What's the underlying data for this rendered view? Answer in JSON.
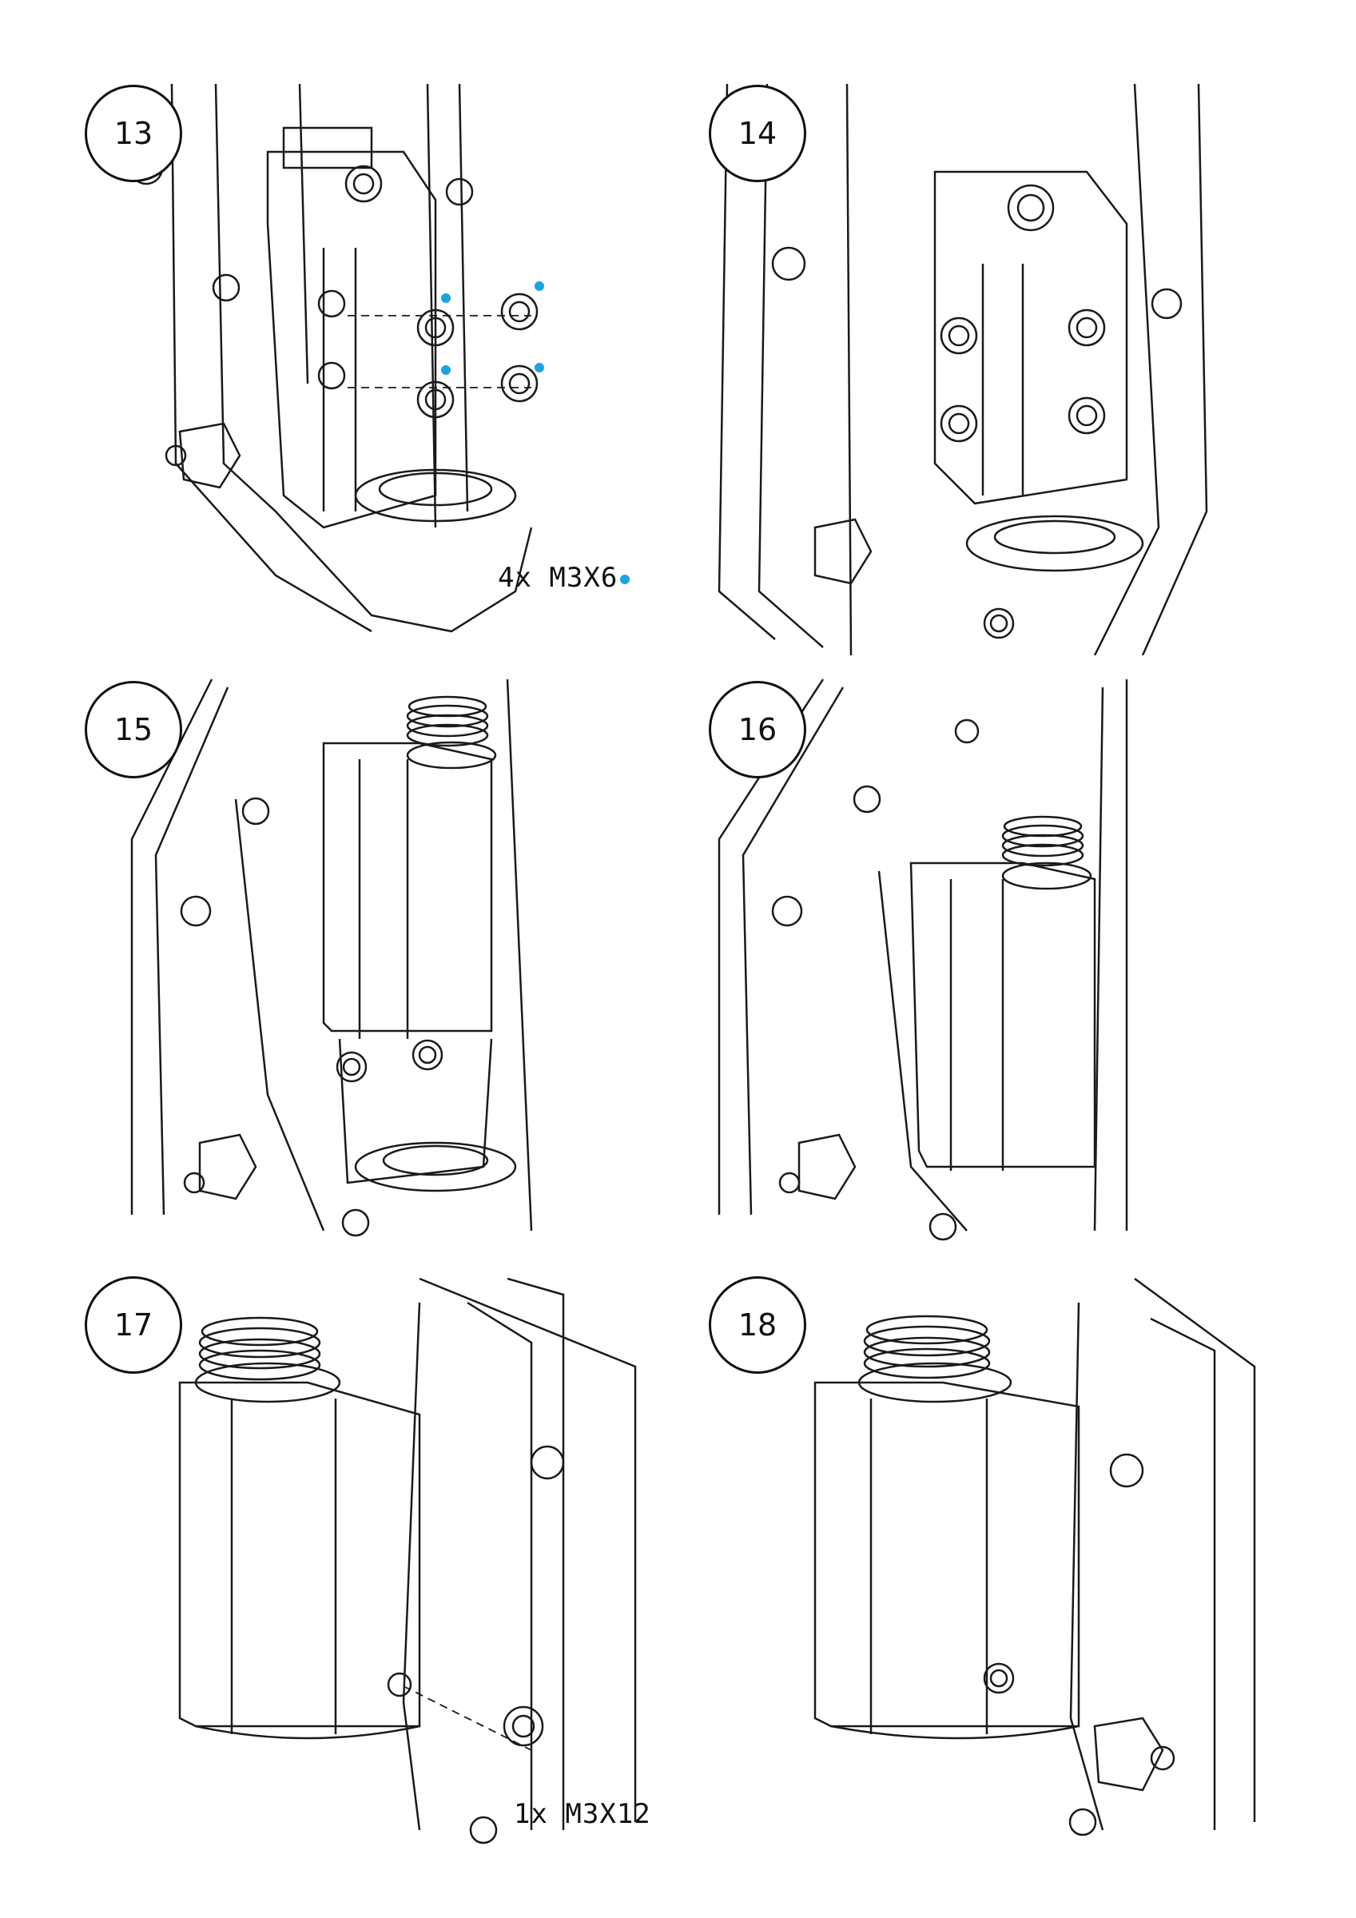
{
  "colors": {
    "line": "#1a1a1a",
    "highlight": "#1ba3e0",
    "paper": "#ffffff"
  },
  "steps": [
    {
      "number": "13",
      "callout": "4x M3X6"
    },
    {
      "number": "14"
    },
    {
      "number": "15"
    },
    {
      "number": "16"
    },
    {
      "number": "17",
      "callout": "1x M3X12"
    },
    {
      "number": "18"
    }
  ]
}
